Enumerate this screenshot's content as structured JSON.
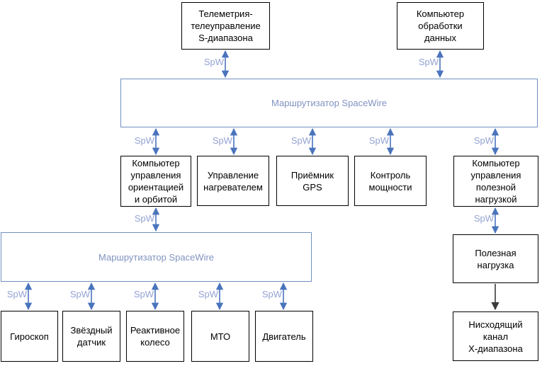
{
  "palette": {
    "background": "#ffffff",
    "box_border": "#000000",
    "box_text": "#000000",
    "router_border_blue": "#7090bf",
    "router_text_blue": "#8093c0",
    "arrow_blue": "#4a74bc",
    "spw_label_blue": "#93a2d3",
    "downlink_arrow": "#3a3a3a"
  },
  "link_label": "SpW",
  "routers": {
    "top": {
      "label": "Маршрутизатор SpaceWire"
    },
    "bottom": {
      "label": "Маршрутизатор SpaceWire"
    }
  },
  "nodes": {
    "telemetry": {
      "label": "Телеметрия-\nтелеуправление\nS-диапазона"
    },
    "data_computer": {
      "label": "Компьютер\nобработки\nданных"
    },
    "aocs_computer": {
      "label": "Компьютер\nуправления\nориентацией\nи орбитой"
    },
    "heater_control": {
      "label": "Управление\nнагревателем"
    },
    "gps_receiver": {
      "label": "Приёмник\nGPS"
    },
    "power_control": {
      "label": "Контроль\nмощности"
    },
    "payload_computer": {
      "label": "Компьютер\nуправления\nполезной\nнагрузкой"
    },
    "gyroscope": {
      "label": "Гироскоп"
    },
    "star_tracker": {
      "label": "Звёздный\nдатчик"
    },
    "reaction_wheel": {
      "label": "Реактивное\nколесо"
    },
    "mto": {
      "label": "МТО"
    },
    "thruster": {
      "label": "Двигатель"
    },
    "payload": {
      "label": "Полезная\nнагрузка"
    },
    "downlink": {
      "label": "Нисходящий\nканал\nX-диапазона"
    }
  }
}
